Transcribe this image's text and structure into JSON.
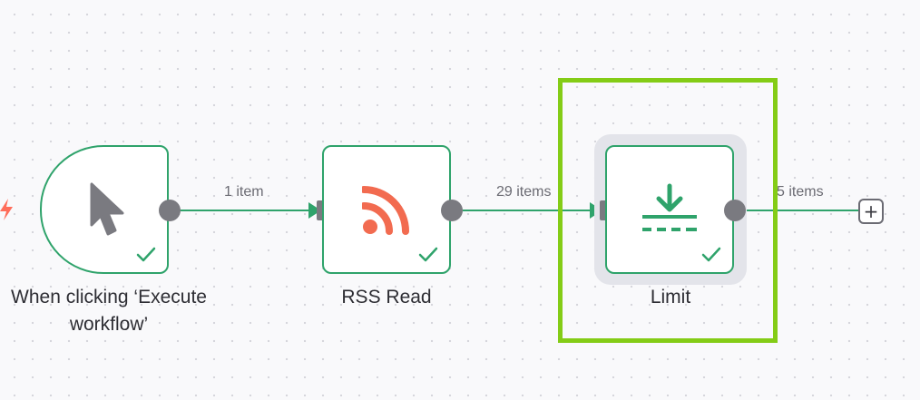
{
  "workflow": {
    "nodes": [
      {
        "id": "manual-trigger",
        "label": "When clicking ‘Execute workflow’",
        "status": "success"
      },
      {
        "id": "rss-read",
        "label": "RSS Read",
        "status": "success"
      },
      {
        "id": "limit",
        "label": "Limit",
        "status": "success",
        "selected": true
      }
    ],
    "edges": [
      {
        "from": "manual-trigger",
        "to": "rss-read",
        "label": "1 item"
      },
      {
        "from": "rss-read",
        "to": "limit",
        "label": "29 items"
      },
      {
        "from": "limit",
        "to": "add-node",
        "label": "5 items"
      }
    ],
    "add_button": {
      "symbol": "+"
    }
  },
  "icons": {
    "trigger": "trigger-bolt-icon",
    "manual": "mouse-pointer-icon",
    "rss": "rss-icon",
    "limit": "limit-download-icon",
    "status": "checkmark-icon",
    "add": "plus-icon"
  },
  "colors": {
    "success": "#2fa36b",
    "rss": "#f26b50",
    "trigger": "#ff6d5a",
    "pointer": "#7a7a80",
    "highlight": "#84cc16",
    "selected_halo": "#e3e4ea",
    "canvas": "#f9f9fb"
  }
}
